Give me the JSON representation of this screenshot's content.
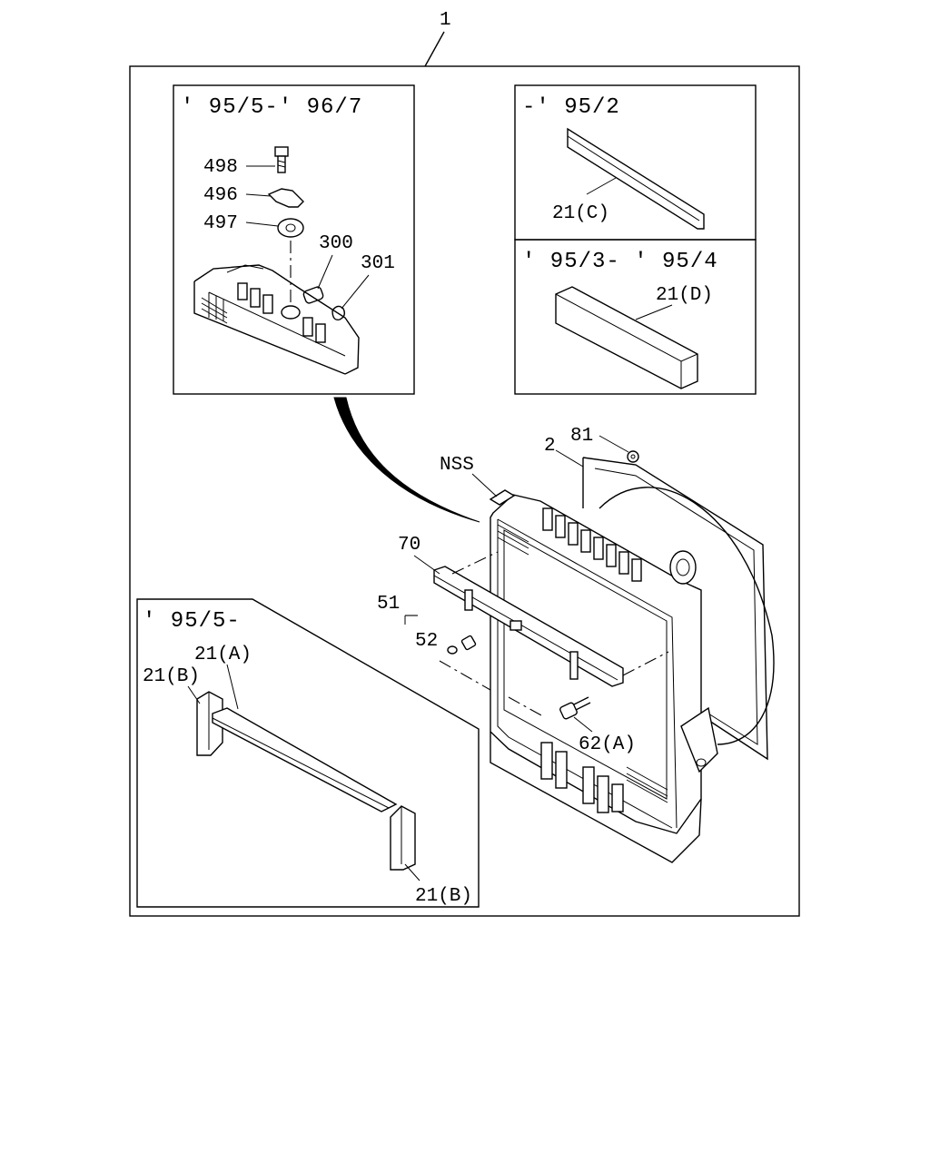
{
  "assembly_number": "1",
  "insets": {
    "top_left_date": "' 95/5-' 96/7",
    "top_right_date": "-' 95/2",
    "middle_right_date": "' 95/3- ' 95/4",
    "bottom_left_date": "' 95/5-"
  },
  "part_labels": {
    "p498": "498",
    "p496": "496",
    "p497": "497",
    "p300": "300",
    "p301": "301",
    "p21c": "21(C)",
    "p21d": "21(D)",
    "nss": "NSS",
    "p2": "2",
    "p81": "81",
    "p70": "70",
    "p51": "51",
    "p52": "52",
    "p62a": "62(A)",
    "p21a": "21(A)",
    "p21b_top": "21(B)",
    "p21b_bottom": "21(B)"
  }
}
